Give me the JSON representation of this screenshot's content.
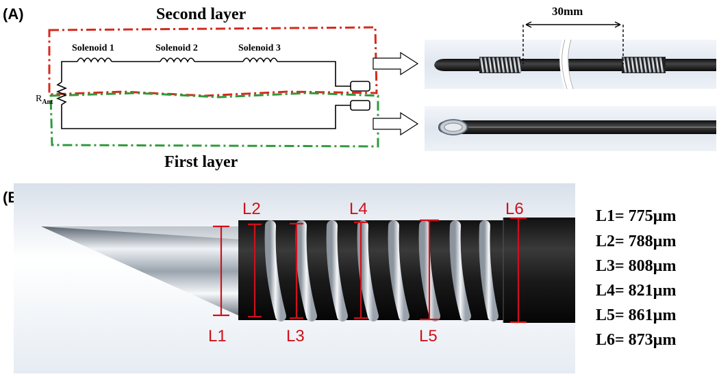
{
  "panel_a": {
    "label": "(A)",
    "second_layer": "Second layer",
    "first_layer": "First layer",
    "solenoids": [
      "Solenoid 1",
      "Solenoid 2",
      "Solenoid 3"
    ],
    "resistor_main": "R",
    "resistor_sub": "Ant",
    "spacing": "30mm",
    "colors": {
      "second_layer_outline": "#d42a1e",
      "first_layer_outline": "#2f9a3a"
    }
  },
  "panel_b": {
    "label": "(B)",
    "markers": [
      "L1",
      "L2",
      "L3",
      "L4",
      "L5",
      "L6"
    ],
    "measurements": [
      "L1= 775µm",
      "L2= 788µm",
      "L3= 808µm",
      "L4= 821µm",
      "L5= 861µm",
      "L6= 873µm"
    ],
    "colors": {
      "marker": "#d0101a"
    }
  }
}
